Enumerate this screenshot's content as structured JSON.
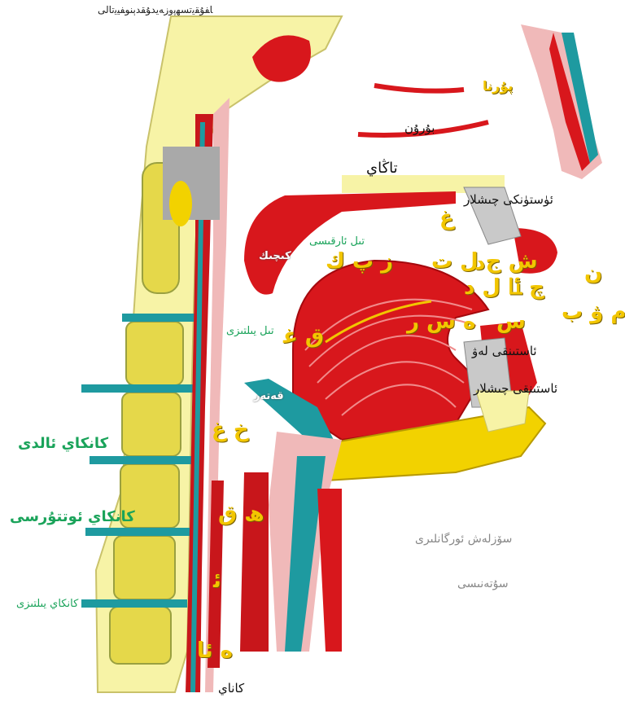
{
  "header_text": "ﺎﻔﯘﻘﻳﺗﺴﻬﭘﻭﺯﻪﻳﺪﯘﻘﺪﯦﻨﻮﻔﻴﻳﺗﺎﻟﻰ",
  "labels": {
    "nose": "ﭘﯘﺭﻧﺎ",
    "nasal_cavity": "ﺑﯘﺭﯗﻥ",
    "palate": "ﺗﺎﯕﺎﻱ",
    "upper_teeth": "ﺋﯜﺳﺘﯜﻧﻜﻰ ﭼﯩﺸﻼﺭ",
    "uvula": "ﻛﯩﭽﯩﻚ",
    "tongue_back_label": "ﺗﯩﻞ ﺋﺎﺭﻗﯩﺴﻰ",
    "tongue_root_label": "ﺗﯩﻞ ﻳﯩﻠﺘﯩﺰﻯ",
    "lower_lip_label": "ﺋﺎﺳﺘﯩﻨﻘﻰ ﻟﻪﯞ",
    "lower_teeth": "ﺋﺎﺳﺘﯩﻨﻘﻰ ﭼﯩﺸﻼﺭ",
    "larynx_front": "ﻛﺎﻧﻜﺎﻱ ﺋﺎﻟﺪﻯ",
    "larynx_middle": "ﻛﺎﻧﻜﺎﻱ ﺋﻮﺗﺘﯘﺭﺳﻰ",
    "larynx_back": "ﻛﺎﻧﻜﺎﻱ ﻳﯩﻠﺘﯩﺰﻯ",
    "caption_line1": "ﺳﯚﺯﻟﻪﺵ ﺋﻮﺭﮔﺎﻧﻠﯩﺮﻯ",
    "caption_line2": "ﺳﯘﺗﻪﻧﯩﺴﻰ",
    "trachea": "ﻛﺎﻧﺎﻱ",
    "tongue_tip": "ﻗﻪﺗﻪﺭ"
  },
  "sound_letters": {
    "uvular_r": "ﻍ",
    "tongue_row1": "ﺯ ﭖ ﻙ",
    "tongue_row2": "ﺵ ﺝ ﻝ ﺕ",
    "tongue_row3": "ﭺ ﯫ ﻝ ﺩ",
    "tongue_row4": "ﻩ ﺱ ﺭ",
    "tongue_row5": "ﻕ ﻏ",
    "lips_n": "ﻥ",
    "lips_row": "ﻡ ﯞ ﺏ",
    "pharynx1": "ﺥ ﻍ",
    "pharynx2": "ﮪ ﻕ",
    "pharynx3": "ﺋ",
    "pharynx4": "ﻩ ﺋﺎ",
    "teeth_d": "ﺩ",
    "teeth_s": "ﺱ"
  },
  "colors": {
    "muscle_red": "#d8171c",
    "bone_yellow": "#f7f3a6",
    "fat_yellow": "#f2d200",
    "teal": "#1e9aa0",
    "grey": "#a9a9a9",
    "green_label": "#1aa35a",
    "yellow_label": "#f2c600"
  }
}
